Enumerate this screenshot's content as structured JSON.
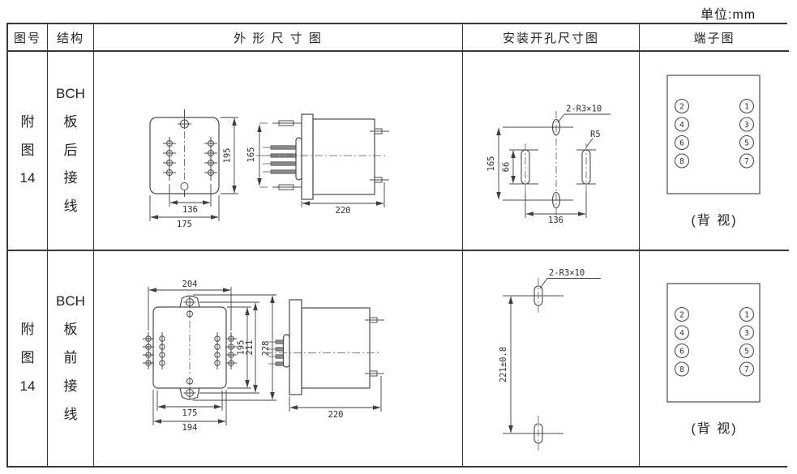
{
  "unit_label": "单位:mm",
  "table": {
    "headers": {
      "figure_no": "图号",
      "structure": "结构",
      "outline": "外 形 尺 寸 图",
      "mounting": "安装开孔尺寸图",
      "terminal": "端子图"
    },
    "rows": [
      {
        "figure_no": "附\n图\n14",
        "structure": "BCH\n板\n后\n接\n线",
        "outline": {
          "front_hole_spacing": "136",
          "front_width": "175",
          "front_height": "195",
          "terminal_span": "165",
          "depth": "220"
        },
        "mounting": {
          "slot_note": "2-R3×10",
          "slot_radius": "R5",
          "hole_height": "165",
          "slot_length": "66",
          "hole_width": "136"
        },
        "terminal": {
          "left": [
            "2",
            "4",
            "6",
            "8"
          ],
          "right": [
            "1",
            "3",
            "5",
            "7"
          ],
          "caption": "(背 视)"
        }
      },
      {
        "figure_no": "附\n图\n14",
        "structure": "BCH\n板\n前\n接\n线",
        "outline": {
          "top_width": "204",
          "inner_height": "195",
          "mid_height": "211",
          "full_height": "228",
          "inner_width": "175",
          "front_width": "194",
          "depth": "220"
        },
        "mounting": {
          "slot_note": "2-R3×10",
          "hole_height": "221±0.8"
        },
        "terminal": {
          "left": [
            "2",
            "4",
            "6",
            "8"
          ],
          "right": [
            "1",
            "3",
            "5",
            "7"
          ],
          "caption": "(背 视)"
        }
      }
    ]
  }
}
